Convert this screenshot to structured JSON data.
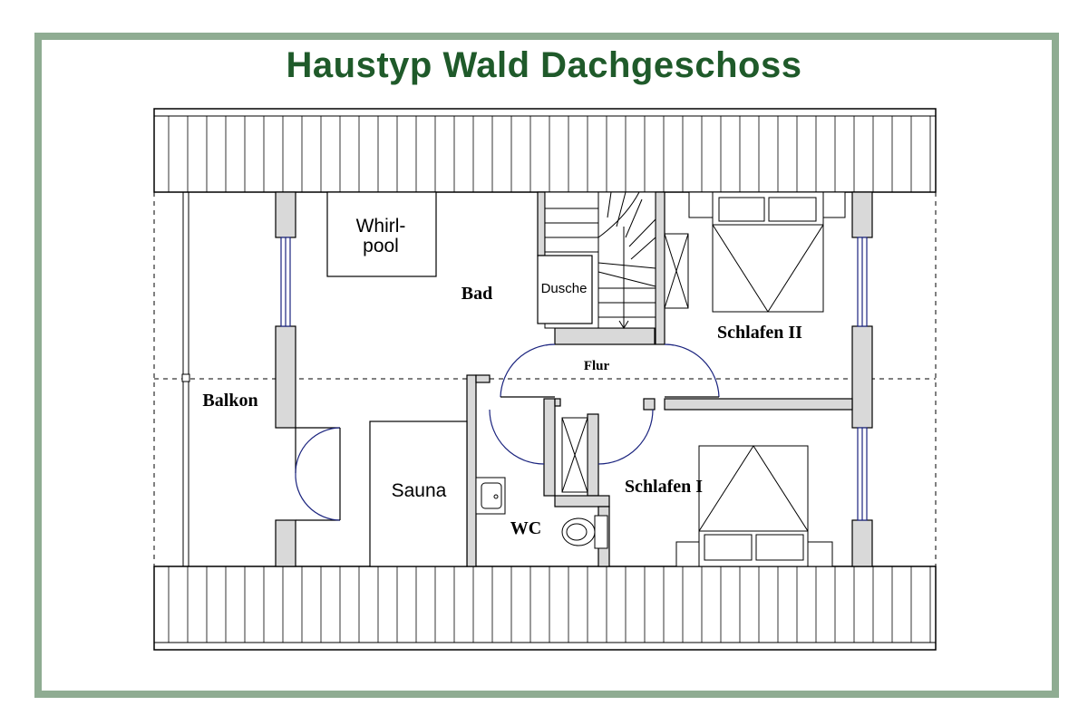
{
  "title": "Haustyp Wald Dachgeschoss",
  "colors": {
    "frame": "#8fac92",
    "title": "#1f5a2a",
    "wall_fill": "#d9d9d9",
    "line": "#000000",
    "door_arc": "#1a237e",
    "window": "#1a237e"
  },
  "rooms": {
    "whirlpool_line1": "Whirl-",
    "whirlpool_line2": "pool",
    "bad": "Bad",
    "dusche": "Dusche",
    "flur": "Flur",
    "schlafen2": "Schlafen II",
    "balkon": "Balkon",
    "sauna": "Sauna",
    "schlafen1": "Schlafen I",
    "wc": "WC"
  }
}
